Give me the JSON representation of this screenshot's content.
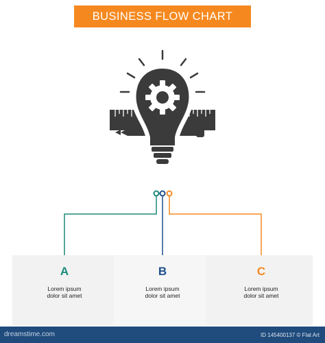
{
  "banner": {
    "title": "BUSINESS FLOW CHART",
    "color": "#f5891f"
  },
  "steps": [
    {
      "letter": "A",
      "caption_line1": "Lorem ipsum",
      "caption_line2": "dolor sit amet",
      "color": "#1b8a7a"
    },
    {
      "letter": "B",
      "caption_line1": "Lorem ipsum",
      "caption_line2": "dolor sit amet",
      "color": "#1f4f8c"
    },
    {
      "letter": "C",
      "caption_line1": "Lorem ipsum",
      "caption_line2": "dolor sit amet",
      "color": "#f5891f"
    }
  ],
  "icon": {
    "name": "idea-bulb-gear-ruler-pencil-icon",
    "color": "#3b3b3b"
  },
  "footer": {
    "brand": "dreamstime.com",
    "id_text": "ID 145400137 © Flat Art",
    "color": "#1f4b7d"
  }
}
